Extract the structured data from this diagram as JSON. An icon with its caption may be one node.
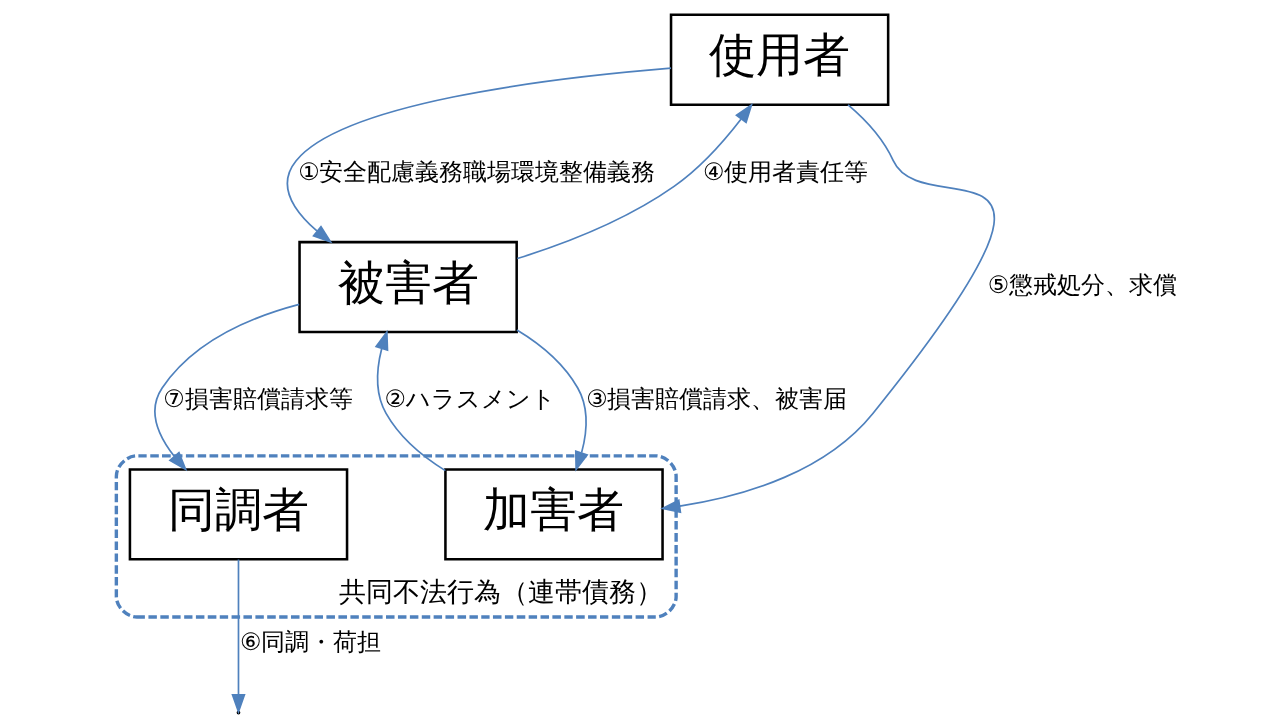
{
  "diagram": {
    "nodes": [
      {
        "text": [
          "使用者"
        ]
      },
      {
        "text": [
          "被害者"
        ]
      },
      {
        "text": [
          "共同不法行為（連帯債務）"
        ]
      },
      {
        "text": [
          "加害者"
        ],
        "in": 2
      },
      {
        "text": [
          "同調者"
        ],
        "in": 2
      }
    ],
    "edges": [
      {
        "from": 0,
        "to": 1,
        "arrow": "to",
        "label": "①安全配慮義務職場環境整備義務"
      },
      {
        "from": 1,
        "to": 0,
        "arrow": "to",
        "label": "④使用者責任等"
      },
      {
        "from": 0,
        "to": 3,
        "arrow": "to",
        "label": "⑤懲戒処分、求償"
      },
      {
        "from": 1,
        "to": 3,
        "arrow": "to",
        "label": "③損害賠償請求、被害届"
      },
      {
        "from": 3,
        "to": 1,
        "arrow": "to",
        "label": "②ハラスメント"
      },
      {
        "from": 4,
        "to": null,
        "arrow": "to",
        "label": "⑥同調・荷担"
      },
      {
        "from": 1,
        "to": 4,
        "arrow": "to",
        "label": "⑦損害賠償請求等"
      }
    ]
  }
}
